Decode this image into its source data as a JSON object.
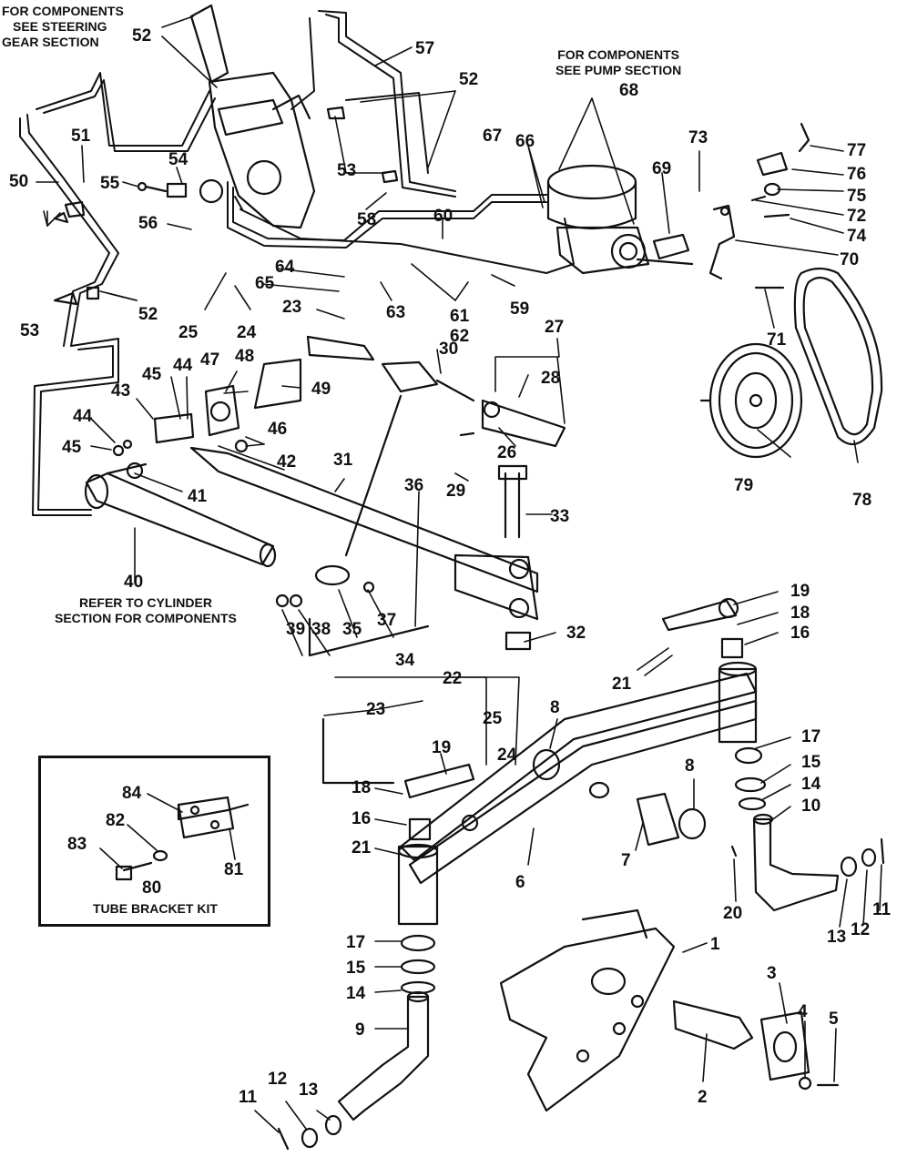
{
  "notes": {
    "steering": [
      "FOR COMPONENTS",
      "SEE STEERING",
      "GEAR SECTION"
    ],
    "pump": [
      "FOR COMPONENTS",
      "SEE PUMP SECTION"
    ],
    "cylinder": [
      "REFER TO CYLINDER",
      "SECTION FOR COMPONENTS"
    ],
    "kit": "TUBE BRACKET KIT"
  },
  "callouts": [
    "52",
    "57",
    "52",
    "68",
    "51",
    "50",
    "55",
    "54",
    "53",
    "58",
    "67",
    "66",
    "69",
    "73",
    "77",
    "76",
    "75",
    "72",
    "74",
    "70",
    "56",
    "60",
    "59",
    "53",
    "52",
    "64",
    "65",
    "63",
    "61",
    "62",
    "25",
    "24",
    "23",
    "71",
    "27",
    "30",
    "28",
    "47",
    "48",
    "45",
    "44",
    "43",
    "49",
    "26",
    "44",
    "45",
    "46",
    "42",
    "31",
    "29",
    "36",
    "33",
    "41",
    "40",
    "79",
    "78",
    "39",
    "38",
    "35",
    "37",
    "34",
    "32",
    "19",
    "18",
    "16",
    "21",
    "22",
    "23",
    "8",
    "25",
    "24",
    "17",
    "15",
    "14",
    "10",
    "19",
    "18",
    "16",
    "21",
    "8",
    "7",
    "6",
    "20",
    "13",
    "12",
    "11",
    "84",
    "82",
    "83",
    "81",
    "80",
    "17",
    "15",
    "14",
    "9",
    "1",
    "3",
    "4",
    "5",
    "2",
    "13",
    "12",
    "11"
  ]
}
